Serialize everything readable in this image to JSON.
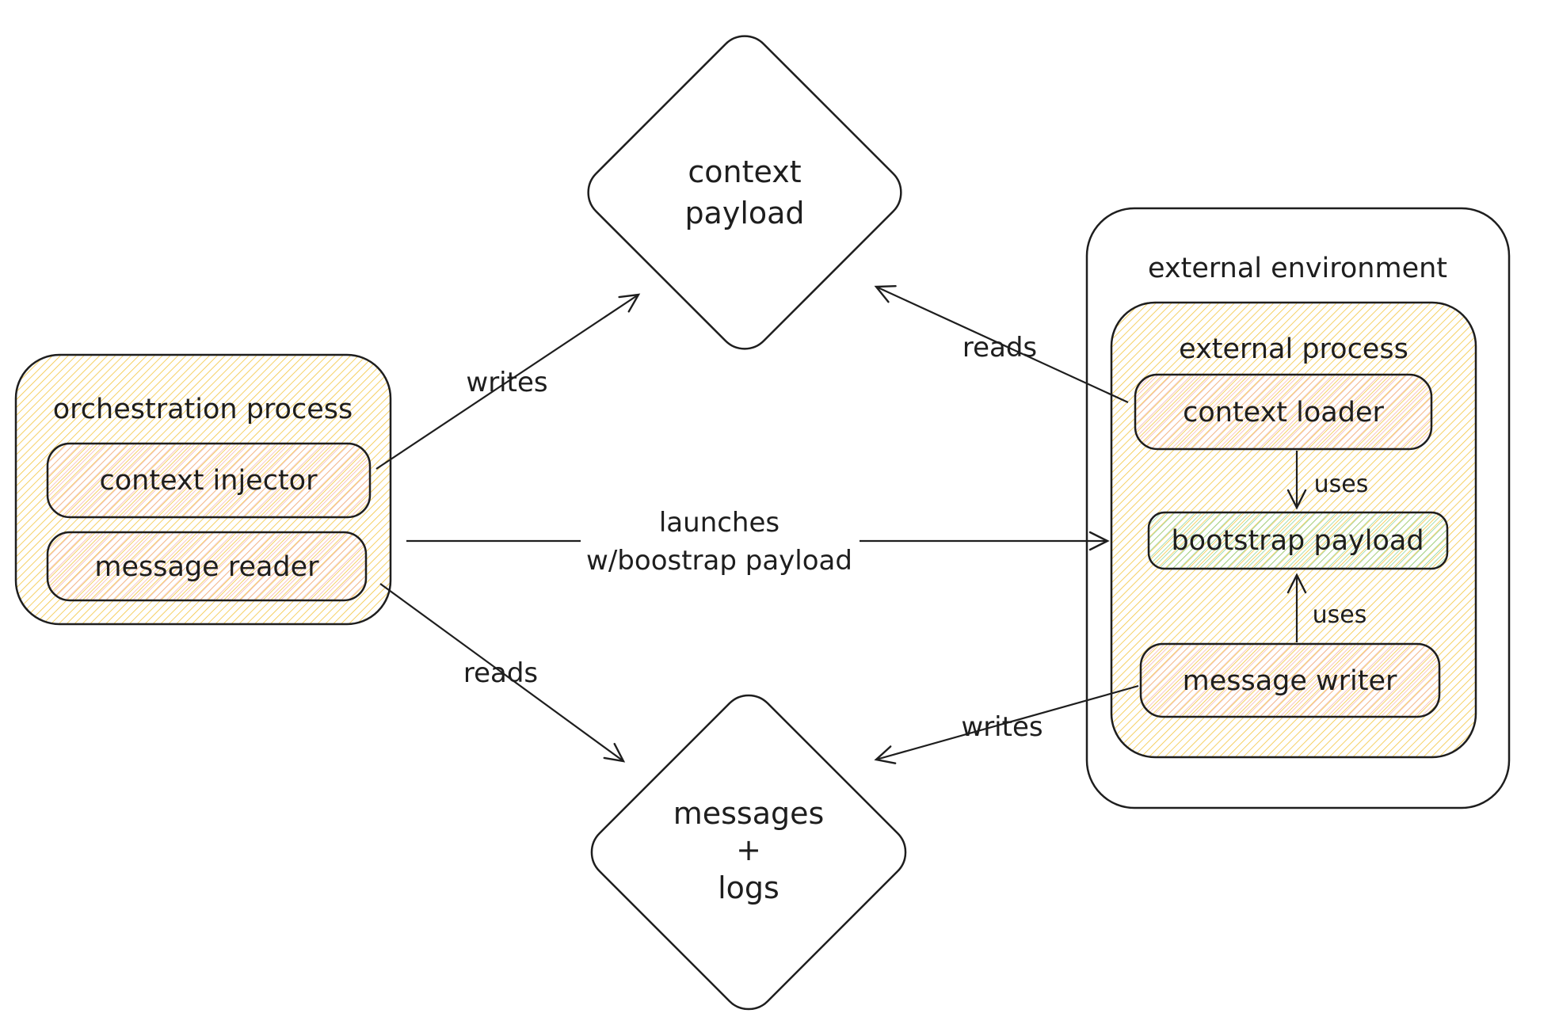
{
  "diagram": {
    "colors": {
      "ink": "#1e1e1e",
      "yellow_hatch": "#f3c53f",
      "pink_hatch": "#f2a7a7",
      "green_hatch": "#7fcf90",
      "background": "#ffffff"
    },
    "nodes": {
      "context_payload": {
        "lines": [
          "context",
          "payload"
        ]
      },
      "messages_logs": {
        "lines": [
          "messages",
          "+",
          "logs"
        ]
      },
      "orchestration_process": {
        "title": "orchestration process",
        "context_injector": "context injector",
        "message_reader": "message reader"
      },
      "external_environment": {
        "title": "external environment",
        "external_process": {
          "title": "external process",
          "context_loader": "context loader",
          "bootstrap_payload": "bootstrap payload",
          "message_writer": "message writer"
        }
      }
    },
    "edges": {
      "writes_top": "writes",
      "reads_top": "reads",
      "launches": {
        "lines": [
          "launches",
          "w/boostrap payload"
        ]
      },
      "reads_bottom": "reads",
      "writes_bottom": "writes",
      "uses_loader": "uses",
      "uses_writer": "uses"
    }
  }
}
